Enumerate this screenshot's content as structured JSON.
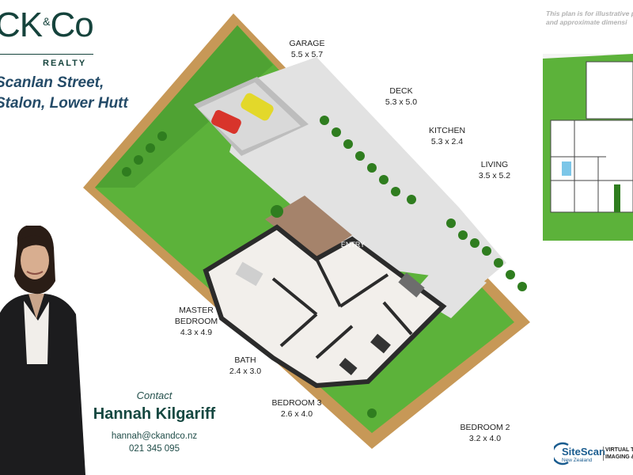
{
  "brand": {
    "main": "CK",
    "amp": "&",
    "co": "Co",
    "sub": "REALTY"
  },
  "address": {
    "line1": "Scanlan Street,",
    "line2": "Stalon, Lower Hutt"
  },
  "disclaimer": {
    "line1": "This plan is for illustrative p",
    "line2": "and approximate dimensi"
  },
  "rooms": {
    "garage": {
      "label": "GARAGE",
      "dims": "5.5 x 5.7"
    },
    "deck": {
      "label": "DECK",
      "dims": "5.3 x 5.0"
    },
    "kitchen": {
      "label": "KITCHEN",
      "dims": "5.3 x 2.4"
    },
    "living": {
      "label": "LIVING",
      "dims": "3.5 x 5.2"
    },
    "master": {
      "label1": "MASTER",
      "label2": "BEDROOM",
      "dims": "4.3 x 4.9"
    },
    "bath": {
      "label": "BATH",
      "dims": "2.4 x 3.0"
    },
    "bedroom3": {
      "label": "BEDROOM 3",
      "dims": "2.6 x 4.0"
    },
    "bedroom2": {
      "label": "BEDROOM 2",
      "dims": "3.2 x 4.0"
    },
    "entry": {
      "label": "ENTRY"
    }
  },
  "contact": {
    "label": "Contact",
    "name": "Hannah Kilgariff",
    "email": "hannah@ckandco.nz",
    "phone": "021 345 095"
  },
  "sitescan": {
    "name": "SiteScan",
    "region": "New Zealand",
    "tag1": "VIRTUAL TO",
    "tag2": "IMAGING &"
  },
  "colors": {
    "brand": "#15433c",
    "address": "#244b68",
    "grass": "#5cb23a",
    "fence": "#c08a4c",
    "sitescan": "#1a5c8f"
  }
}
